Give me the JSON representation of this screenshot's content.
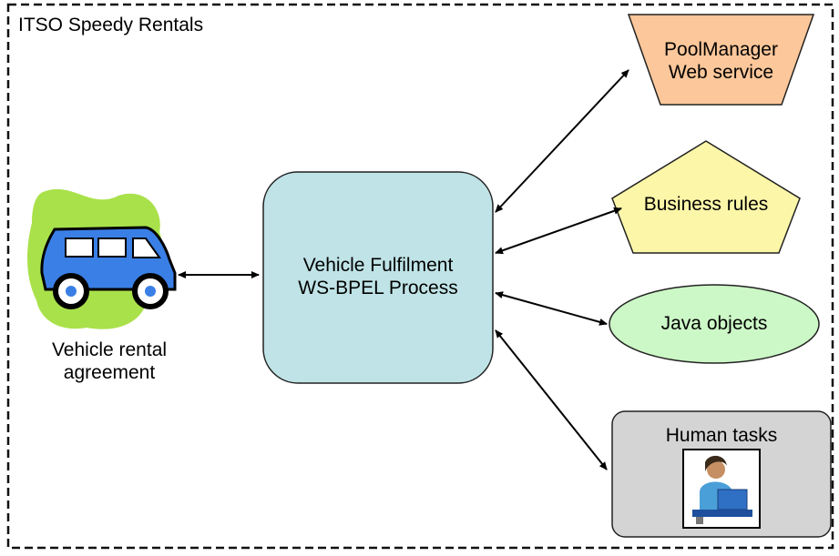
{
  "frame": {
    "title": "ITSO Speedy Rentals"
  },
  "agreement": {
    "line1": "Vehicle rental",
    "line2": "agreement"
  },
  "process": {
    "line1": "Vehicle Fulfilment",
    "line2": "WS-BPEL Process"
  },
  "services": {
    "pool_manager": {
      "line1": "PoolManager",
      "line2": "Web service"
    },
    "business_rules": {
      "label": "Business rules"
    },
    "java_objects": {
      "label": "Java objects"
    },
    "human_tasks": {
      "label": "Human tasks"
    }
  },
  "colors": {
    "process_fill": "#bfe3e6",
    "pool_manager_fill": "#fcc79a",
    "business_rules_fill": "#fcf6a8",
    "java_objects_fill": "#ccf7c6",
    "human_tasks_fill": "#d4d4d4",
    "car_body": "#3a7fe6",
    "car_splash": "#a9e14a"
  }
}
